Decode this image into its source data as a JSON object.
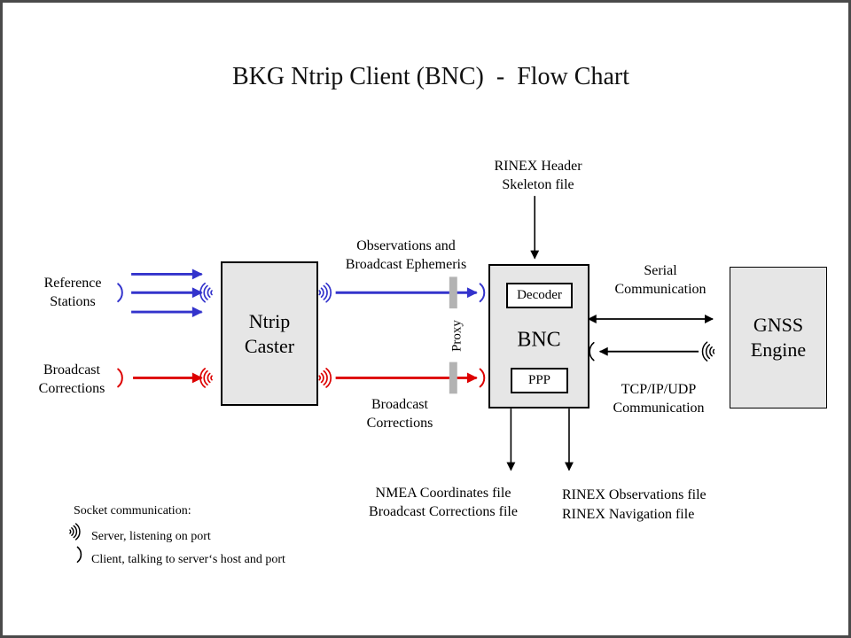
{
  "title": "BKG Ntrip Client (BNC)  -  Flow Chart",
  "colors": {
    "arrow_blue": "#3333cc",
    "arrow_red": "#dd0000",
    "box_fill": "#e6e6e6",
    "proxy_bar_gray": "#b3b3b3",
    "frame_gray": "#4a4a4a",
    "black": "#000000"
  },
  "labels": {
    "reference_stations": "Reference\nStations",
    "broadcast_corrections_left": "Broadcast\nCorrections",
    "observations_ephemeris": "Observations and\nBroadcast Ephemeris",
    "broadcast_corrections_mid": "Broadcast\nCorrections",
    "rinex_header_skeleton": "RINEX Header\nSkeleton file",
    "serial_communication": "Serial\nCommunication",
    "tcp_communication": "TCP/IP/UDP\nCommunication",
    "proxy": "Proxy",
    "nmea_files": "NMEA Coordinates file\nBroadcast Corrections file",
    "rinex_files": "RINEX Observations file\nRINEX Navigation file"
  },
  "nodes": {
    "ntrip_caster": "Ntrip\nCaster",
    "bnc": "BNC",
    "decoder": "Decoder",
    "ppp": "PPP",
    "gnss_engine": "GNSS\nEngine"
  },
  "legend": {
    "heading": "Socket communication:",
    "server": "Server, listening on port",
    "client": "Client, talking to server‘s host and port"
  }
}
